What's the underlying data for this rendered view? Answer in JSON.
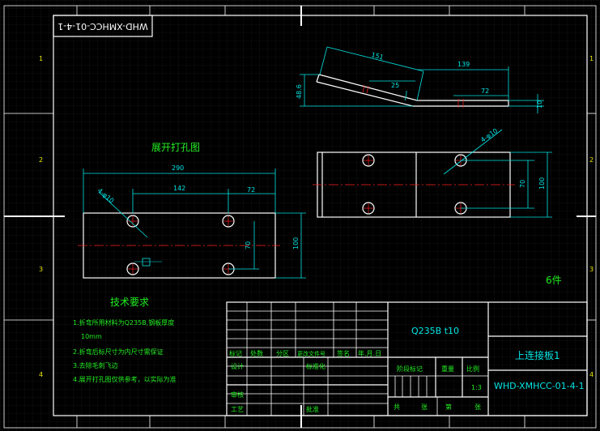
{
  "drawing_number": "WHD-XMHCC-01-4-1",
  "hole_layout_view": {
    "title": "展开打孔图",
    "dim_total_length": "290",
    "dim_hole_spacing": "142",
    "dim_edge_offset": "72",
    "dim_hole_callout": "4-φ10",
    "dim_hole_vertical": "70",
    "dim_plate_width": "100"
  },
  "side_view": {
    "dim_slant": "151",
    "dim_flat": "139",
    "dim_angle": "25",
    "dim_end": "72",
    "dim_height": "48.6",
    "dim_thickness": "10"
  },
  "top_view": {
    "dim_hole_callout": "4-φ10",
    "dim_hole_vertical": "70",
    "dim_width": "100"
  },
  "quantity_note": "6件",
  "tech_requirements": {
    "title": "技术要求",
    "items": [
      "1.折弯所用材料为Q235B,钢板厚度",
      "10mm",
      "2.折弯后标尺寸为内尺寸需保证",
      "3.去除毛刺飞边",
      "4.展开打孔图仅供参考，以实际为准"
    ]
  },
  "title_block": {
    "material": "Q235B  t10",
    "part_name": "上连接板1",
    "drawing_number": "WHD-XMHCC-01-4-1",
    "header_labels": [
      "标记",
      "处数",
      "分区",
      "更改文件号",
      "签名",
      "年.月.日"
    ],
    "design": "设计",
    "standardize": "标准化",
    "stage_mark": "阶段标记",
    "weight": "重量",
    "scale": "比例",
    "scale_value": "1:3",
    "review": "审核",
    "process": "工艺",
    "approve": "批准",
    "total": "共",
    "sheet": "张",
    "page": "第",
    "page_sheet": "张"
  }
}
